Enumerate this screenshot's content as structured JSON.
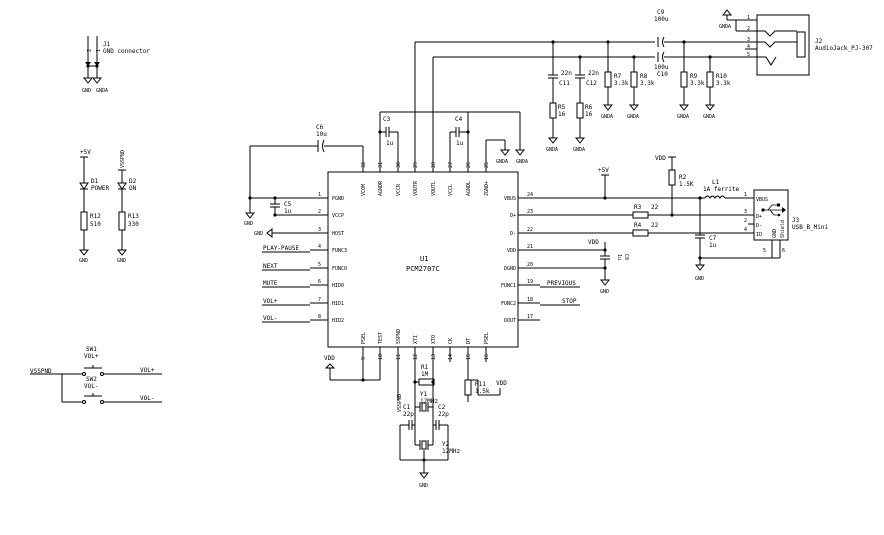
{
  "u1": {
    "ref": "U1",
    "part": "PCM2707C",
    "left_pins": [
      {
        "num": "1",
        "name": "PGND"
      },
      {
        "num": "2",
        "name": "VCCP"
      },
      {
        "num": "3",
        "name": "HOST"
      },
      {
        "num": "4",
        "name": "FUNC3"
      },
      {
        "num": "5",
        "name": "FUNC0"
      },
      {
        "num": "6",
        "name": "HID0"
      },
      {
        "num": "7",
        "name": "HID1"
      },
      {
        "num": "8",
        "name": "HID2"
      }
    ],
    "right_pins": [
      {
        "num": "24",
        "name": "VBUS"
      },
      {
        "num": "23",
        "name": "D+"
      },
      {
        "num": "22",
        "name": "D-"
      },
      {
        "num": "21",
        "name": "VDD"
      },
      {
        "num": "20",
        "name": "DGND"
      },
      {
        "num": "19",
        "name": "FUNC1"
      },
      {
        "num": "18",
        "name": "FUNC2"
      },
      {
        "num": "17",
        "name": "DOUT"
      }
    ],
    "top_pins": [
      {
        "num": "32",
        "name": "VCOM"
      },
      {
        "num": "31",
        "name": "AGNDR"
      },
      {
        "num": "30",
        "name": "VCCR"
      },
      {
        "num": "29",
        "name": "VOUTR"
      },
      {
        "num": "28",
        "name": "VOUTL"
      },
      {
        "num": "27",
        "name": "VCCL"
      },
      {
        "num": "26",
        "name": "AGNDL"
      },
      {
        "num": "25",
        "name": "ZGND+"
      }
    ],
    "bottom_pins": [
      {
        "num": "9",
        "name": ""
      },
      {
        "num": "10",
        "name": "TEST"
      },
      {
        "num": "11",
        "name": "SSPND"
      },
      {
        "num": "12",
        "name": "XTI"
      },
      {
        "num": "13",
        "name": "XTO"
      },
      {
        "num": "14",
        "name": "CK"
      },
      {
        "num": "15",
        "name": "DT"
      },
      {
        "num": "16",
        "name": "PSEL"
      }
    ],
    "bottom_pin_labels": [
      "PSEL",
      "TEST",
      "SSPND",
      "XTI",
      "XTO",
      "CK",
      "DT",
      "PSEL"
    ]
  },
  "nets": {
    "play_pause": "PLAY-PAUSE",
    "next": "NEXT",
    "mute": "MUTE",
    "vol_plus": "VOL+",
    "vol_minus": "VOL-",
    "previous": "PREVIOUS",
    "stop": "STOP",
    "vsspnd": "VSSPND",
    "plus5v": "+5V",
    "vdd": "VDD",
    "gnd": "GND",
    "gnda": "GNDA"
  },
  "j1": {
    "ref": "J1",
    "value": "GND connector",
    "pin1": "1",
    "pin2": "2"
  },
  "d1": {
    "ref": "D1",
    "value": "POWER"
  },
  "d2": {
    "ref": "D2",
    "value": "ON"
  },
  "r12": {
    "ref": "R12",
    "value": "510"
  },
  "r13": {
    "ref": "R13",
    "value": "330"
  },
  "sw1": {
    "ref": "SW1",
    "value": "VOL+"
  },
  "sw2": {
    "ref": "SW2",
    "value": "VOL-"
  },
  "c6": {
    "ref": "C6",
    "value": "10u"
  },
  "c5": {
    "ref": "C5",
    "value": "1u"
  },
  "c3": {
    "ref": "C3",
    "value": "1u"
  },
  "c4": {
    "ref": "C4",
    "value": "1u"
  },
  "c9": {
    "ref": "C9",
    "value": "100u"
  },
  "c10": {
    "ref": "C10",
    "value": "100u"
  },
  "c11": {
    "ref": "C11",
    "value": "22n"
  },
  "c12": {
    "ref": "C12",
    "value": "22n"
  },
  "r5": {
    "ref": "R5",
    "value": "16"
  },
  "r6": {
    "ref": "R6",
    "value": "16"
  },
  "r7": {
    "ref": "R7",
    "value": "3.3k"
  },
  "r8": {
    "ref": "R8",
    "value": "3.3k"
  },
  "r9": {
    "ref": "R9",
    "value": "3.3k"
  },
  "r10": {
    "ref": "R10",
    "value": "3.3k"
  },
  "j2": {
    "ref": "J2",
    "value": "AudioJack_PJ-307",
    "pins": [
      "1",
      "2",
      "3",
      "4",
      "5"
    ]
  },
  "r2": {
    "ref": "R2",
    "value": "1.5K"
  },
  "l1": {
    "ref": "L1",
    "value": "1A ferrite"
  },
  "r3": {
    "ref": "R3",
    "value": "22"
  },
  "r4": {
    "ref": "R4",
    "value": "22"
  },
  "c7": {
    "ref": "C7",
    "value": "1u"
  },
  "c8": {
    "ref": "C8",
    "value": "1u"
  },
  "j3": {
    "ref": "J3",
    "value": "USB_B_Mini",
    "pins": [
      "VBUS",
      "D-",
      "D+",
      "ID",
      "GND"
    ],
    "shield": "Shield",
    "pin_nums": [
      "1",
      "2",
      "3",
      "4",
      "5",
      "6"
    ]
  },
  "r1": {
    "ref": "R1",
    "value": "1M"
  },
  "y1": {
    "ref": "Y1",
    "value": "12MHz"
  },
  "y2": {
    "ref": "Y2",
    "value": "12MHz"
  },
  "c1": {
    "ref": "C1",
    "value": "22p"
  },
  "c2": {
    "ref": "C2",
    "value": "22p"
  },
  "r11": {
    "ref": "R11",
    "value": "1.5k"
  }
}
